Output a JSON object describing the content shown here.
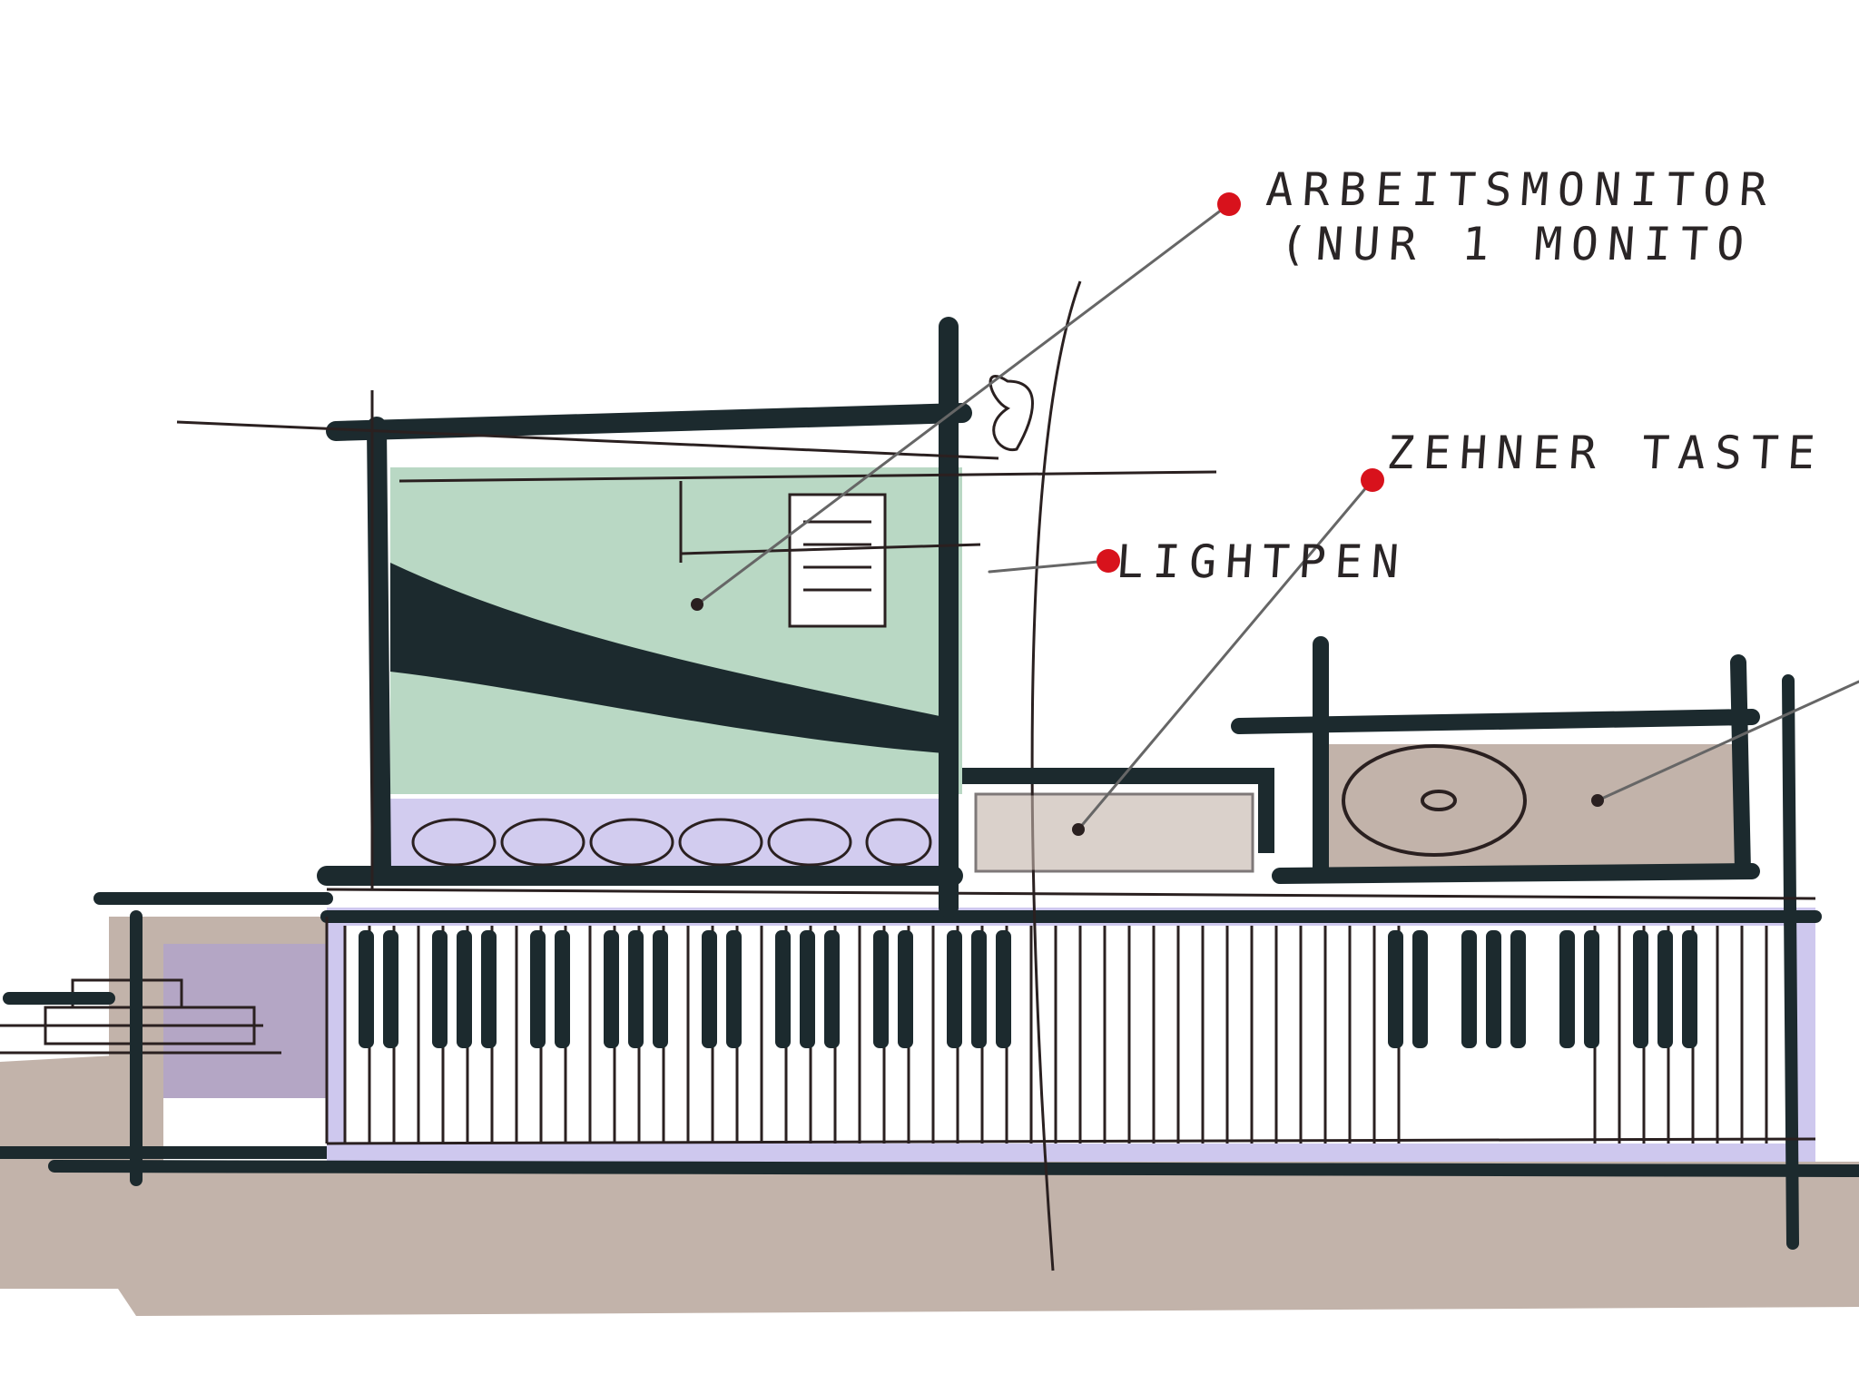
{
  "annotations": {
    "work_monitor": "ARBEITSMONITOR",
    "work_monitor_note": "(NUR 1 MONITO",
    "numpad": "ZEHNER TASTE",
    "lightpen": "LIGHTPEN"
  },
  "colors": {
    "ink": "#1c2a2e",
    "marker_dot": "#d8121c",
    "screen_green": "#b9d8c4",
    "base_beige": "#c2b3aa",
    "lavender": "#a59ae0",
    "leader": "#666666"
  },
  "keyboard": {
    "black_key_count": 30
  }
}
